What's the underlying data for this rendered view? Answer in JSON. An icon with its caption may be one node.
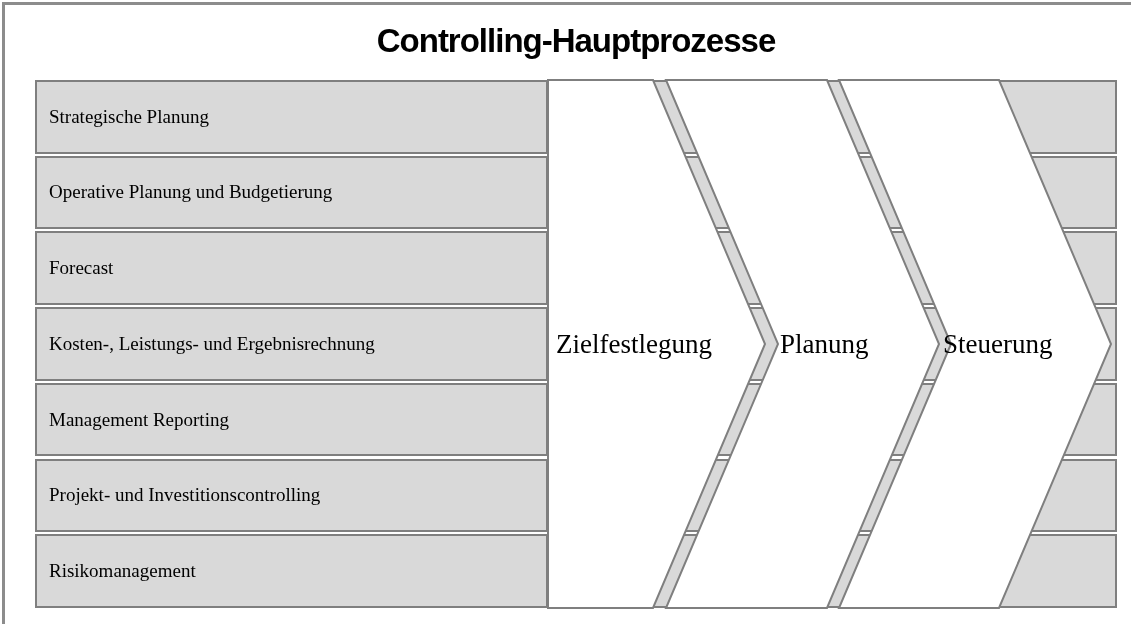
{
  "diagram": {
    "title": "Controlling-Hauptprozesse",
    "nodes": [
      {
        "text": [
          "Strategische Planung"
        ]
      },
      {
        "text": [
          "Operative Planung und Budgetierung"
        ]
      },
      {
        "text": [
          "Forecast"
        ]
      },
      {
        "text": [
          "Kosten-, Leistungs- und Ergebnisrechnung"
        ]
      },
      {
        "text": [
          "Management Reporting"
        ]
      },
      {
        "text": [
          "Projekt- und Investitionscontrolling"
        ]
      },
      {
        "text": [
          "Risikomanagement"
        ]
      },
      {
        "text": [
          "Zielfestlegung"
        ]
      },
      {
        "text": [
          "Planung"
        ]
      },
      {
        "text": [
          "Steuerung"
        ]
      }
    ]
  }
}
